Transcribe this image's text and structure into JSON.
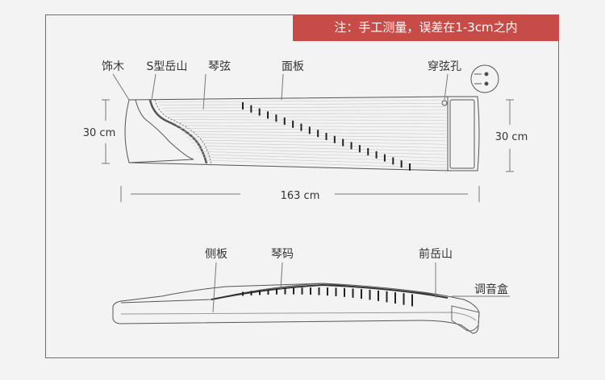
{
  "note": "注：手工测量，误差在1-3cm之内",
  "top_view": {
    "labels": {
      "decorative_wood": "饰木",
      "s_bridge": "S型岳山",
      "strings": "琴弦",
      "soundboard": "面板",
      "string_holes": "穿弦孔"
    },
    "dims": {
      "left_width": "30 cm",
      "right_width": "30 cm",
      "length": "163 cm"
    }
  },
  "side_view": {
    "labels": {
      "side_board": "侧板",
      "bridges": "琴码",
      "front_bridge": "前岳山",
      "tuning_box": "调音盒"
    }
  }
}
